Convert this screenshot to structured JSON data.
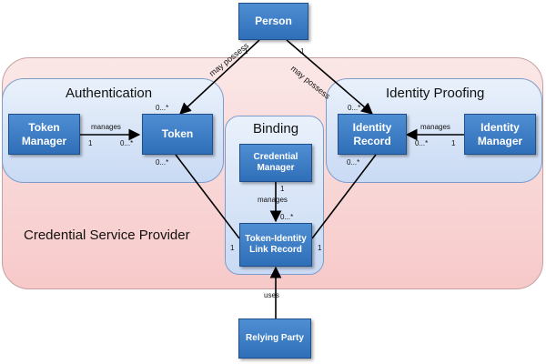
{
  "regions": {
    "csp": "Credential Service Provider",
    "authentication": "Authentication",
    "identity_proofing": "Identity Proofing",
    "binding": "Binding"
  },
  "boxes": {
    "person": "Person",
    "token_manager": "Token Manager",
    "token": "Token",
    "credential_manager": "Credential Manager",
    "token_identity_link_record": "Token-Identity Link Record",
    "identity_record": "Identity Record",
    "identity_manager": "Identity Manager",
    "relying_party": "Relying Party"
  },
  "relations": {
    "may_possess_left": "may possess",
    "may_possess_right": "may possess",
    "manages_token": "manages",
    "manages_identity": "manages",
    "manages_binding": "manages",
    "uses": "uses"
  },
  "multiplicities": {
    "one": "1",
    "many": "0...*"
  }
}
